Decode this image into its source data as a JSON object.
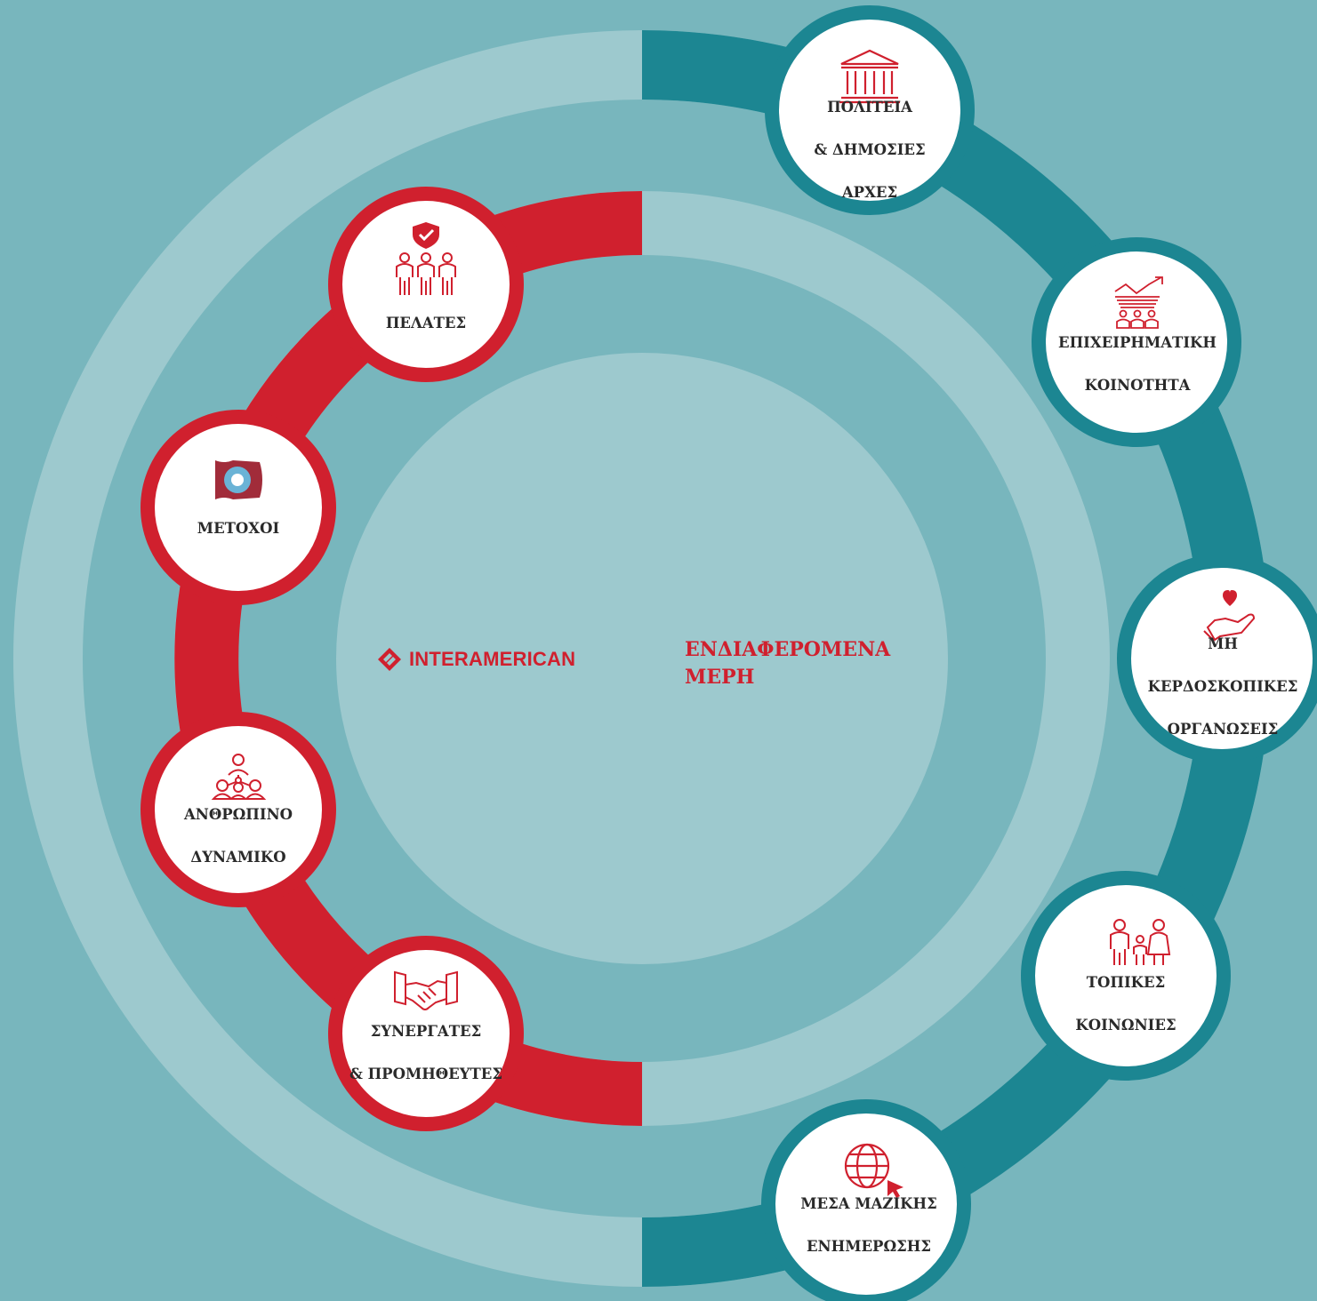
{
  "colors": {
    "background": "#78b6bd",
    "pale_ring": "#9dc9ce",
    "teal_ring": "#1c8692",
    "red_ring": "#d0202e",
    "icon_red": "#d0202e",
    "text_dark": "#2a2a2a",
    "node_fill": "#ffffff"
  },
  "center": {
    "brand": "INTERAMERICAN",
    "brand_icon": "interamerican-logo-icon",
    "title_lines": [
      "ΕΝΔΙΑΦΕΡΟΜΕΝΑ",
      "ΜΕΡΗ"
    ]
  },
  "inner_group": [
    {
      "id": "customers",
      "icon": "customers-shield-icon",
      "label_lines": [
        "ΠΕΛΑΤΕΣ"
      ]
    },
    {
      "id": "shareholders",
      "icon": "shareholders-logo-icon",
      "label_lines": [
        "ΜΕΤΟΧΟΙ"
      ]
    },
    {
      "id": "human-resources",
      "icon": "team-network-icon",
      "label_lines": [
        "ΑΝΘΡΩΠΙΝΟ",
        "ΔΥΝΑΜΙΚΟ"
      ]
    },
    {
      "id": "partners",
      "icon": "handshake-icon",
      "label_lines": [
        "ΣΥΝΕΡΓΑΤΕΣ",
        "& ΠΡΟΜΗΘΕΥΤΕΣ"
      ]
    }
  ],
  "outer_group": [
    {
      "id": "state",
      "icon": "government-building-icon",
      "label_lines": [
        "ΠΟΛΙΤΕΙΑ",
        "& ΔΗΜΟΣΙΕΣ",
        "ΑΡΧΕΣ"
      ]
    },
    {
      "id": "business-community",
      "icon": "business-growth-icon",
      "label_lines": [
        "ΕΠΙΧΕΙΡΗΜΑΤΙΚΗ",
        "ΚΟΙΝΟΤΗΤΑ"
      ]
    },
    {
      "id": "nonprofits",
      "icon": "heart-hand-icon",
      "label_lines": [
        "ΜΗ",
        "ΚΕΡΔΟΣΚΟΠΙΚΕΣ",
        "ΟΡΓΑΝΩΣΕΙΣ"
      ]
    },
    {
      "id": "local-communities",
      "icon": "family-icon",
      "label_lines": [
        "ΤΟΠΙΚΕΣ",
        "ΚΟΙΝΩΝΙΕΣ"
      ]
    },
    {
      "id": "media",
      "icon": "globe-cursor-icon",
      "label_lines": [
        "ΜΕΣΑ ΜΑΖΙΚΗΣ",
        "ΕΝΗΜΕΡΩΣΗΣ"
      ]
    }
  ]
}
